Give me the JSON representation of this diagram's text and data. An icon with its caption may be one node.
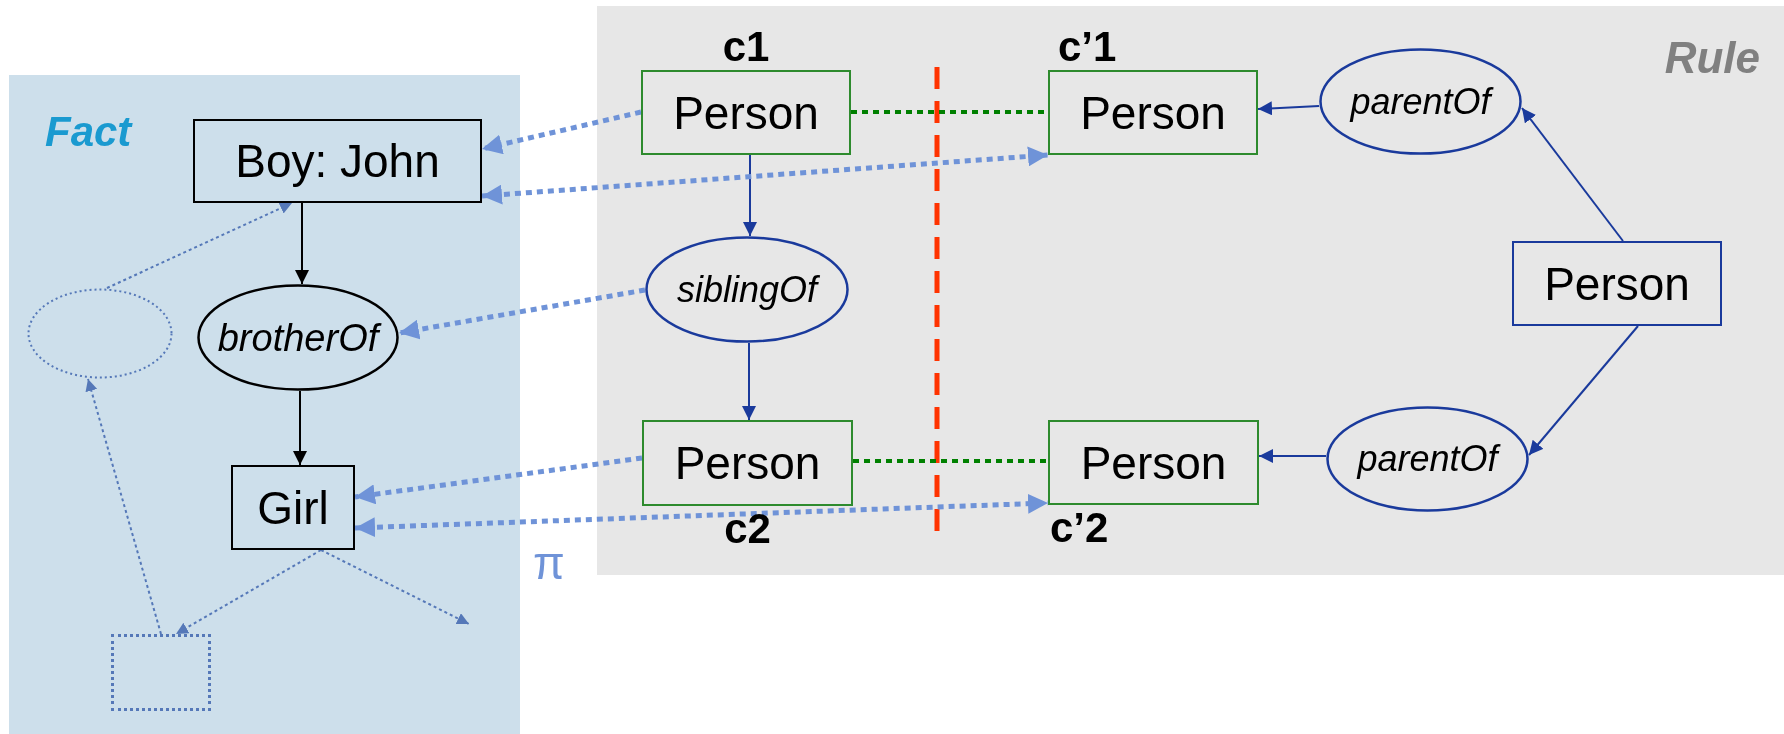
{
  "diagram": {
    "nodes": [
      {
        "text": [
          "Fact"
        ]
      },
      {
        "text": [
          "Boy: John"
        ],
        "in": 0
      },
      {
        "text": [],
        "shape": "ellipse",
        "in": 0
      },
      {
        "text": [
          "brotherOf"
        ],
        "in": 0
      },
      {
        "text": [
          "Girl"
        ],
        "in": 0
      },
      {
        "text": [],
        "shape": "box",
        "in": 0
      },
      {
        "text": [
          "Rule"
        ]
      },
      {
        "text": [
          "Person"
        ],
        "beside": [
          "c1"
        ],
        "in": 6
      },
      {
        "text": [
          "Person"
        ],
        "beside": [
          "c’1"
        ],
        "in": 6
      },
      {
        "text": [
          "parentOf"
        ],
        "in": 6
      },
      {
        "text": [
          "siblingOf"
        ],
        "in": 6
      },
      {
        "text": [
          "Person"
        ],
        "in": 6
      },
      {
        "text": [
          "Person"
        ],
        "beside": [
          "c2"
        ],
        "in": 6
      },
      {
        "text": [
          "Person"
        ],
        "beside": [
          "c’2"
        ],
        "in": 6
      },
      {
        "text": [
          "parentOf"
        ],
        "in": 6
      }
    ],
    "edges": [
      {
        "from": 1,
        "to": 3,
        "arrow": "to",
        "color": "#000000"
      },
      {
        "from": 3,
        "to": 4,
        "arrow": "to",
        "color": "#000000"
      },
      {
        "from": 2,
        "to": 1,
        "arrow": "to",
        "style": "dashed",
        "color": "#5578b8"
      },
      {
        "from": 4,
        "to": 5,
        "arrow": "to",
        "style": "dashed",
        "color": "#5578b8"
      },
      {
        "from": 4,
        "to": null,
        "arrow": "to",
        "style": "dashed",
        "color": "#5578b8"
      },
      {
        "from": 5,
        "to": 2,
        "arrow": "to",
        "style": "dashed",
        "color": "#5578b8"
      },
      {
        "from": 7,
        "to": 10,
        "arrow": "to"
      },
      {
        "from": 10,
        "to": 12,
        "arrow": "to"
      },
      {
        "from": 11,
        "to": 9,
        "arrow": "to"
      },
      {
        "from": 11,
        "to": 14,
        "arrow": "to"
      },
      {
        "from": 9,
        "to": 8,
        "arrow": "to"
      },
      {
        "from": 14,
        "to": 13,
        "arrow": "to"
      },
      {
        "from": 7,
        "to": 8,
        "arrow": "none",
        "style": "dashed",
        "color": "#008000"
      },
      {
        "from": 12,
        "to": 13,
        "arrow": "none",
        "style": "dashed",
        "color": "#008000"
      },
      {
        "from": 7,
        "to": 1,
        "arrow": "to",
        "style": "dashed",
        "color": "#6f93d8"
      },
      {
        "from": 1,
        "to": 8,
        "arrow": "both",
        "style": "dashed",
        "color": "#6f93d8"
      },
      {
        "from": 10,
        "to": 3,
        "arrow": "to",
        "style": "dashed",
        "color": "#6f93d8"
      },
      {
        "from": 12,
        "to": 4,
        "arrow": "to",
        "style": "dashed",
        "color": "#6f93d8"
      },
      {
        "from": 4,
        "to": 13,
        "arrow": "both",
        "style": "dashed",
        "color": "#6f93d8"
      }
    ],
    "labels": [
      "π"
    ]
  }
}
